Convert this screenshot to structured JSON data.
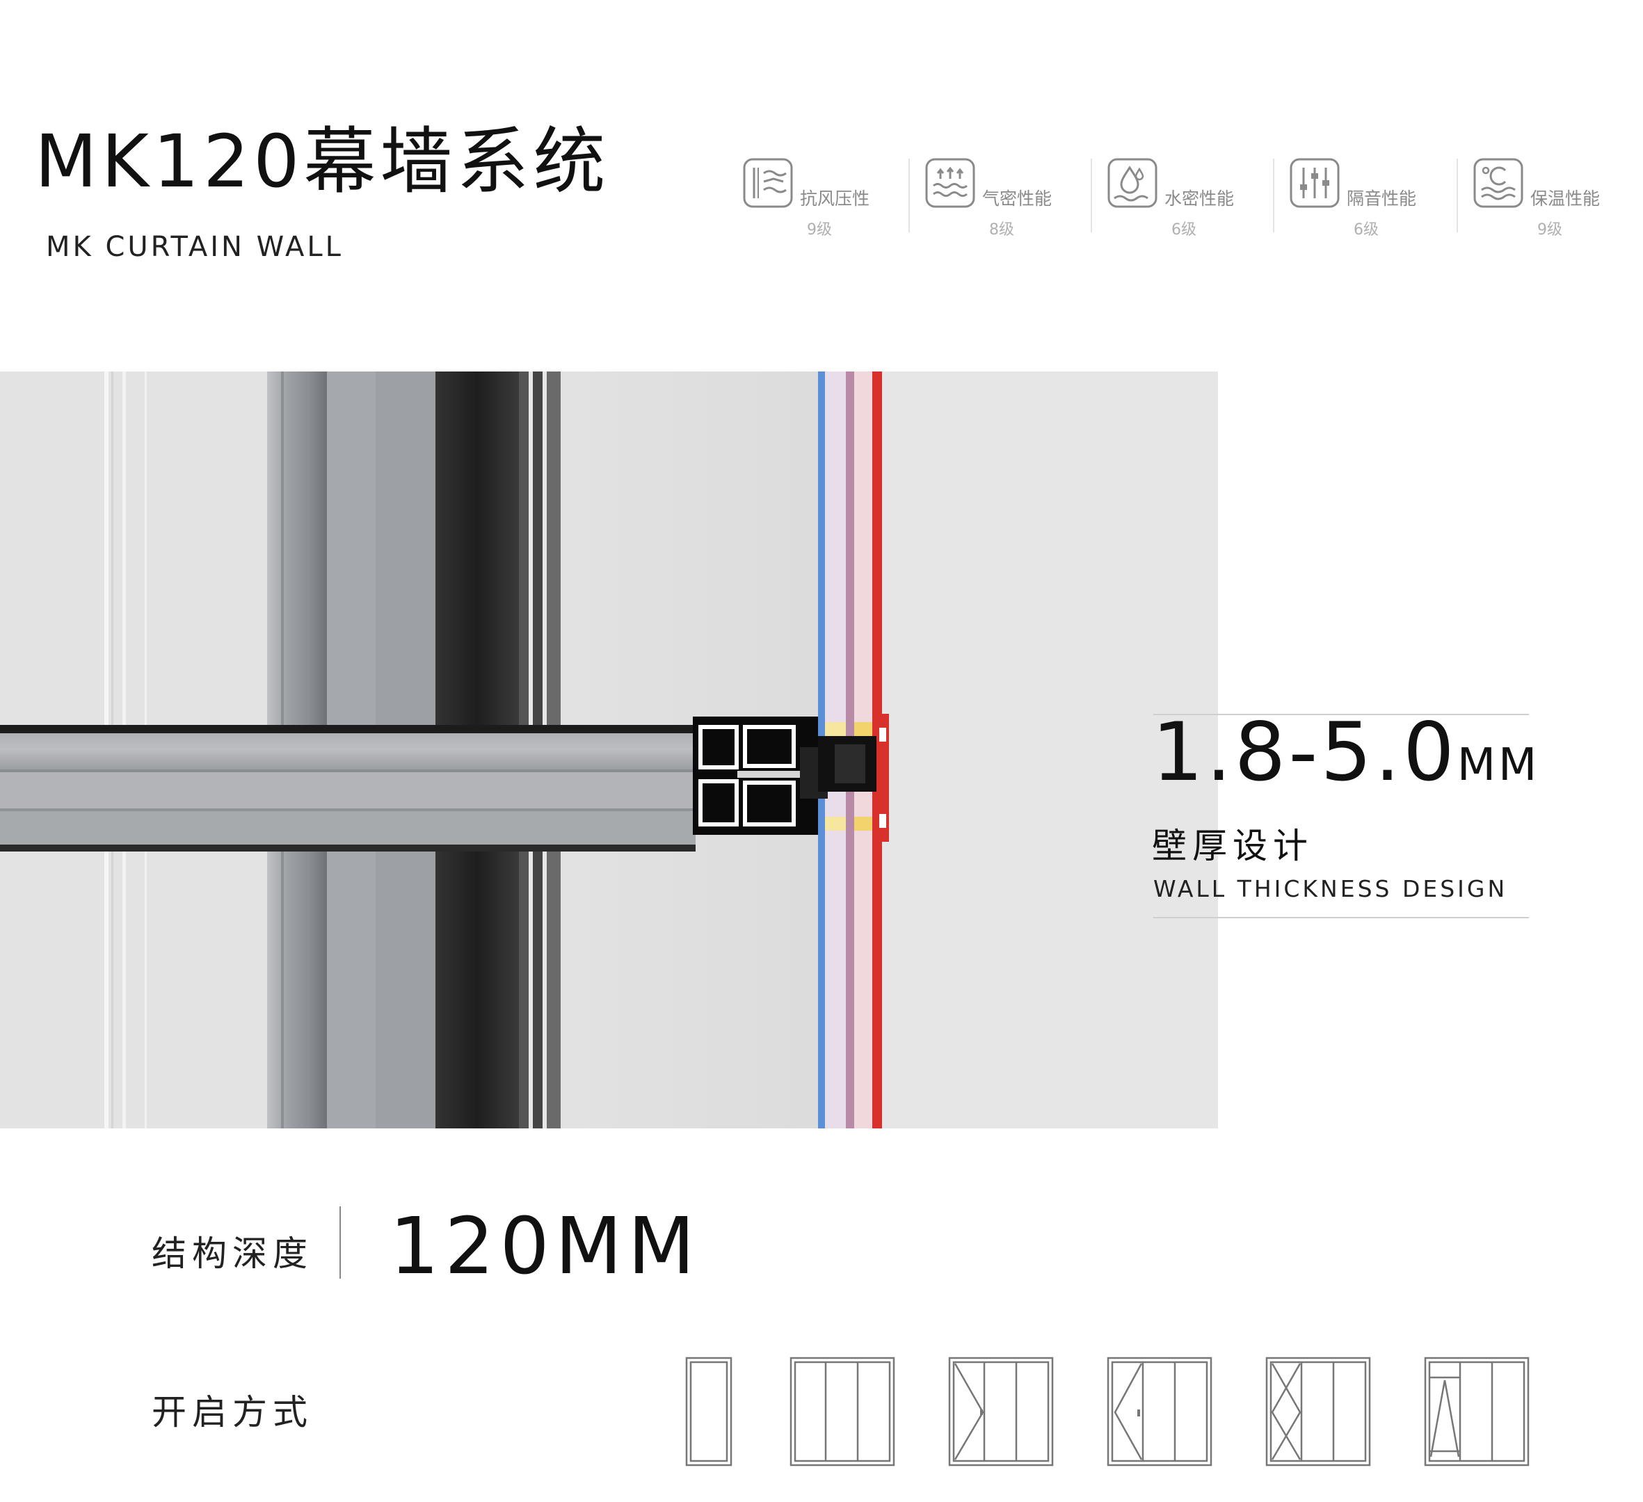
{
  "header": {
    "title": "MK120幕墙系统",
    "subtitle": "MK CURTAIN WALL"
  },
  "performance": [
    {
      "label": "抗风压性",
      "level": "9级",
      "icon": "wind-pressure-icon"
    },
    {
      "label": "气密性能",
      "level": "8级",
      "icon": "air-tightness-icon"
    },
    {
      "label": "水密性能",
      "level": "6级",
      "icon": "water-tightness-icon"
    },
    {
      "label": "隔音性能",
      "level": "6级",
      "icon": "sound-insulation-icon"
    },
    {
      "label": "保温性能",
      "level": "9级",
      "icon": "thermal-insulation-icon"
    }
  ],
  "spec": {
    "value": "1.8-5.0",
    "unit": "MM",
    "label_cn": "壁厚设计",
    "label_en": "WALL THICKNESS DESIGN"
  },
  "depth": {
    "label": "结构深度",
    "value": "120MM"
  },
  "opening": {
    "label": "开启方式",
    "icons": [
      "fixed-window-icon",
      "fixed-triple-panel-icon",
      "casement-left-panel-icon",
      "side-hung-door-panel-icon",
      "double-hinged-panel-icon",
      "top-hung-transom-panel-icon"
    ]
  },
  "colors": {
    "cold": "#5b8fd8",
    "warm": "#d8312b",
    "frame": "#b9bcc0",
    "background_panel": "#e6e6e6"
  }
}
